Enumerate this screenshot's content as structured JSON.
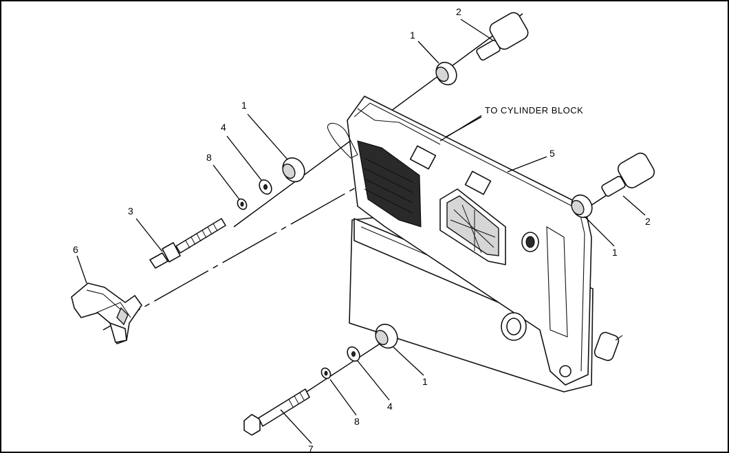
{
  "diagram": {
    "callouts": [
      {
        "id": "callout-1a",
        "label": "1"
      },
      {
        "id": "callout-1b",
        "label": "1"
      },
      {
        "id": "callout-1c",
        "label": "1"
      },
      {
        "id": "callout-1d",
        "label": "1"
      },
      {
        "id": "callout-2a",
        "label": "2"
      },
      {
        "id": "callout-2b",
        "label": "2"
      },
      {
        "id": "callout-3",
        "label": "3"
      },
      {
        "id": "callout-4a",
        "label": "4"
      },
      {
        "id": "callout-4b",
        "label": "4"
      },
      {
        "id": "callout-5",
        "label": "5"
      },
      {
        "id": "callout-6",
        "label": "6"
      },
      {
        "id": "callout-7",
        "label": "7"
      },
      {
        "id": "callout-8a",
        "label": "8"
      },
      {
        "id": "callout-8b",
        "label": "8"
      }
    ],
    "note": "TO CYLINDER BLOCK"
  }
}
